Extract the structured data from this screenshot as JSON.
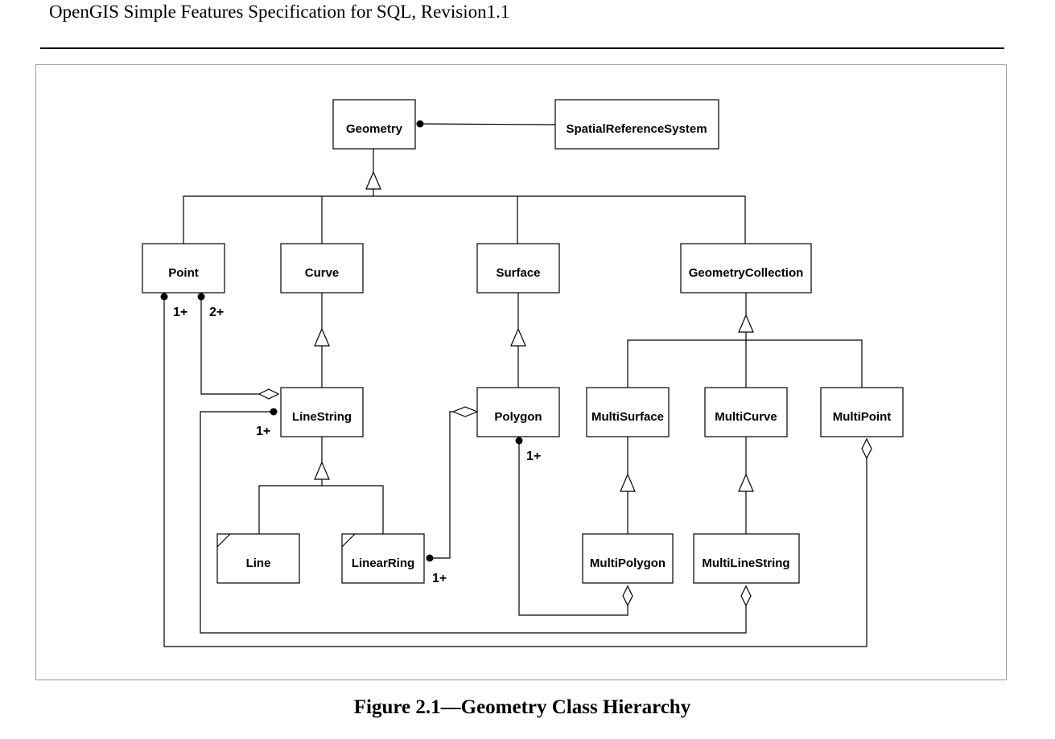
{
  "header": {
    "title": "OpenGIS Simple Features Specification for SQL, Revision1.1"
  },
  "diagram": {
    "classes": {
      "geometry": "Geometry",
      "spatial_reference_system": "SpatialReferenceSystem",
      "point": "Point",
      "curve": "Curve",
      "surface": "Surface",
      "geometry_collection": "GeometryCollection",
      "line_string": "LineString",
      "polygon": "Polygon",
      "multi_surface": "MultiSurface",
      "multi_curve": "MultiCurve",
      "multi_point": "MultiPoint",
      "line": "Line",
      "linear_ring": "LinearRing",
      "multi_polygon": "MultiPolygon",
      "multi_line_string": "MultiLineString"
    },
    "multiplicities": {
      "point_to_multipoint": "1+",
      "point_to_linestring": "2+",
      "linestring_to_multilinestring": "1+",
      "polygon_to_multipolygon": "1+",
      "linearring_to_polygon": "1+"
    }
  },
  "caption": "Figure 2.1—Geometry Class Hierarchy"
}
